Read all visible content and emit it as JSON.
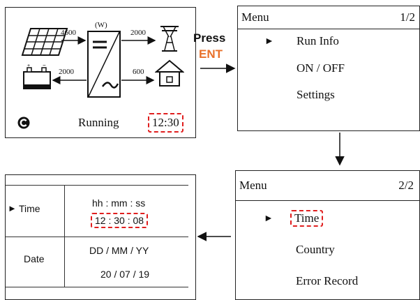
{
  "colors": {
    "accent": "#e8702a",
    "highlight": "#e01e1e",
    "line": "#222222"
  },
  "home_screen": {
    "unit_label": "(W)",
    "pv_power": "4600",
    "grid_power": "2000",
    "battery_power": "2000",
    "load_power": "600",
    "status": "Running",
    "clock": "12:30",
    "icons": [
      "solar-panel-icon",
      "inverter-icon",
      "grid-tower-icon",
      "battery-icon",
      "house-icon",
      "c-circle-icon"
    ]
  },
  "press_hint": {
    "line1": "Press",
    "line2": "ENT"
  },
  "menu_page1": {
    "title": "Menu",
    "page": "1/2",
    "cursor": "►",
    "items": [
      "Run Info",
      "ON / OFF",
      "Settings"
    ]
  },
  "menu_page2": {
    "title": "Menu",
    "page": "2/2",
    "cursor": "►",
    "items": [
      "Time",
      "Country",
      "Error Record"
    ]
  },
  "time_screen": {
    "cursor": "►",
    "time_label": "Time",
    "time_format": "hh : mm : ss",
    "time_value": "12 : 30 : 08",
    "date_label": "Date",
    "date_format": "DD / MM / YY",
    "date_value": "20 / 07 / 19"
  }
}
